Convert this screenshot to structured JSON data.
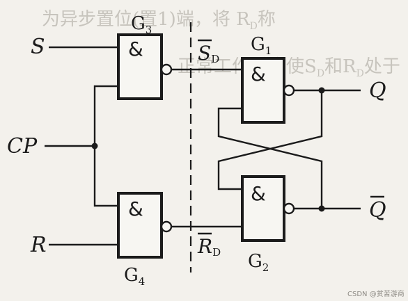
{
  "gates": {
    "g3": {
      "name": "G",
      "sub": "3",
      "symbol": "&"
    },
    "g4": {
      "name": "G",
      "sub": "4",
      "symbol": "&"
    },
    "g1": {
      "name": "G",
      "sub": "1",
      "symbol": "&"
    },
    "g2": {
      "name": "G",
      "sub": "2",
      "symbol": "&"
    }
  },
  "inputs": {
    "s": "S",
    "cp": "CP",
    "r": "R"
  },
  "signals": {
    "sd": {
      "letter": "S",
      "sub": "D"
    },
    "rd": {
      "letter": "R",
      "sub": "D"
    }
  },
  "outputs": {
    "q": "Q",
    "qbar": "Q"
  },
  "watermark": "CSDN @贫苦游商",
  "background_text": {
    "line1": "为异步置位(置1)端，将 R",
    "line1_sub": "D",
    "line1_end": "称",
    "line2": "正常工作时应使S",
    "line2_sub": "D",
    "line2_mid": "和R",
    "line2_sub2": "D",
    "line2_end": "处于"
  },
  "colors": {
    "ink": "#1b1b1b",
    "paper": "#f3f1ec",
    "ghost": "#b9b6ae"
  }
}
